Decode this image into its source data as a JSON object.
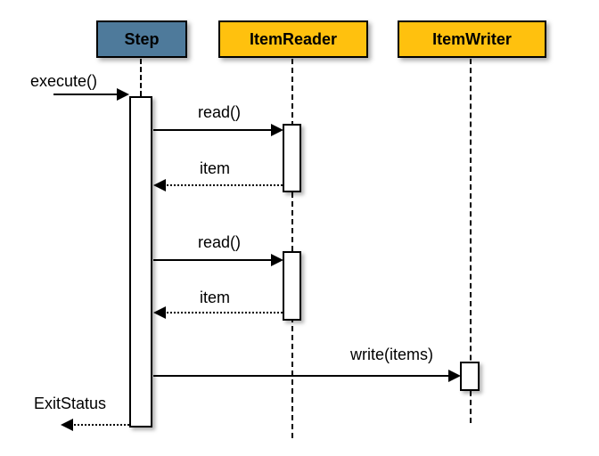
{
  "diagram": {
    "type": "uml-sequence",
    "actors": [
      {
        "name": "Step",
        "fill": "#4E7A9B"
      },
      {
        "name": "ItemReader",
        "fill": "#FFC10E"
      },
      {
        "name": "ItemWriter",
        "fill": "#FFC10E"
      }
    ],
    "messages": [
      {
        "label": "execute()",
        "from": "caller",
        "to": "Step",
        "line": "solid",
        "direction": "right"
      },
      {
        "label": "read()",
        "from": "Step",
        "to": "ItemReader",
        "line": "solid",
        "direction": "right"
      },
      {
        "label": "item",
        "from": "ItemReader",
        "to": "Step",
        "line": "dotted",
        "direction": "left"
      },
      {
        "label": "read()",
        "from": "Step",
        "to": "ItemReader",
        "line": "solid",
        "direction": "right"
      },
      {
        "label": "item",
        "from": "ItemReader",
        "to": "Step",
        "line": "dotted",
        "direction": "left"
      },
      {
        "label": "write(items)",
        "from": "Step",
        "to": "ItemWriter",
        "line": "solid",
        "direction": "right"
      },
      {
        "label": "ExitStatus",
        "from": "Step",
        "to": "caller",
        "line": "dotted",
        "direction": "left"
      }
    ],
    "colors": {
      "step_fill": "#4E7A9B",
      "reader_fill": "#FFC10E",
      "writer_fill": "#FFC10E",
      "border": "#000000",
      "background": "#FFFFFF",
      "text": "#000000"
    }
  }
}
